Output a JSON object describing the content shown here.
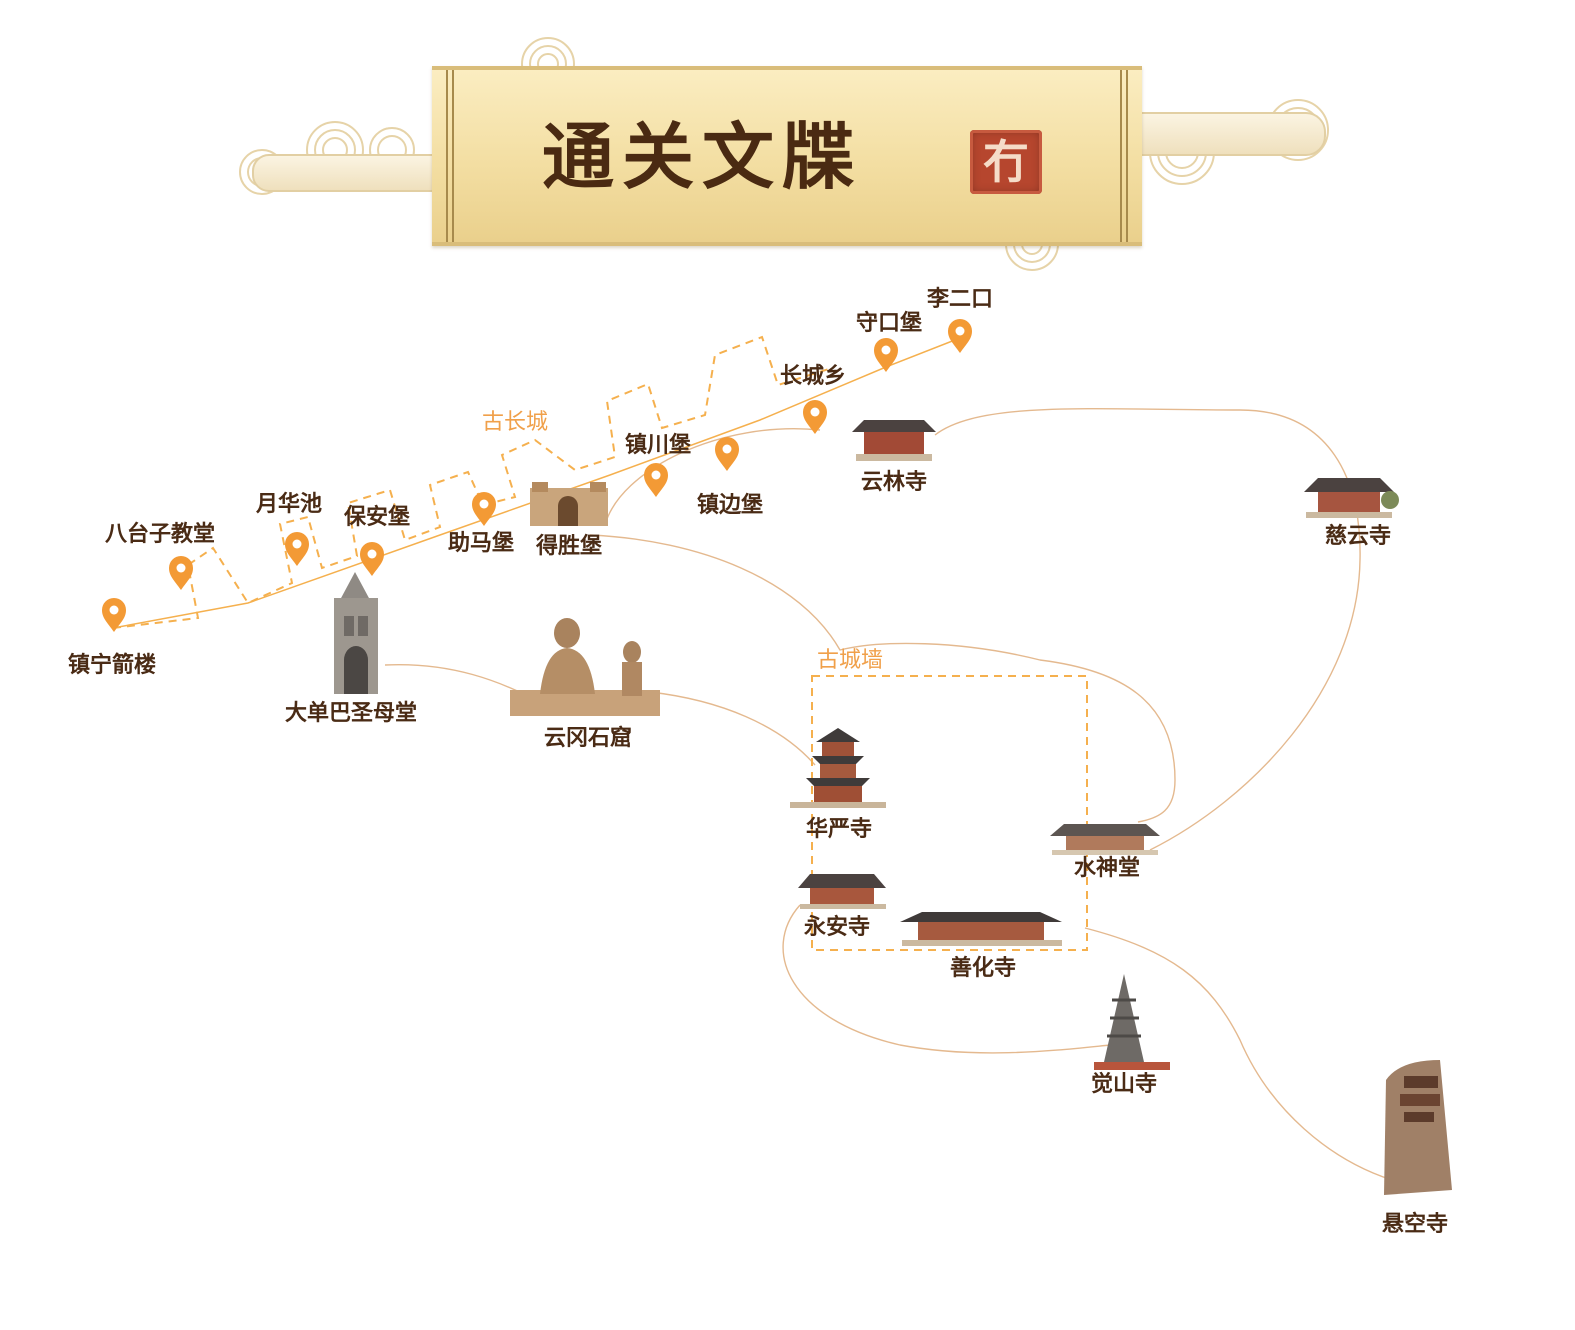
{
  "banner": {
    "title": "通关文牒",
    "seal_char": "冇"
  },
  "colors": {
    "marker": "#f39a35",
    "route_dashed": "#f5b04e",
    "route_thin": "#e4b98f",
    "label": "#4a2b15",
    "orange_label": "#f0a04a"
  },
  "region_labels": {
    "great_wall": "古长城",
    "city_wall": "古城墙"
  },
  "markers": [
    {
      "id": "zhenning",
      "label": "镇宁箭楼"
    },
    {
      "id": "batai",
      "label": "八台子教堂"
    },
    {
      "id": "yuehua",
      "label": "月华池"
    },
    {
      "id": "baoan",
      "label": "保安堡"
    },
    {
      "id": "zhuma",
      "label": "助马堡"
    },
    {
      "id": "zhenchuan",
      "label": "镇川堡"
    },
    {
      "id": "zhenbian",
      "label": "镇边堡"
    },
    {
      "id": "changcheng",
      "label": "长城乡"
    },
    {
      "id": "shoukou",
      "label": "守口堡"
    },
    {
      "id": "lierkou",
      "label": "李二口"
    }
  ],
  "sites": [
    {
      "id": "desheng",
      "label": "得胜堡",
      "icon": "fort-gate-icon"
    },
    {
      "id": "yunlin",
      "label": "云林寺",
      "icon": "temple-hall-icon"
    },
    {
      "id": "ciyun",
      "label": "慈云寺",
      "icon": "temple-hall-icon"
    },
    {
      "id": "dadanba",
      "label": "大单巴圣母堂",
      "icon": "church-tower-icon"
    },
    {
      "id": "yungang",
      "label": "云冈石窟",
      "icon": "buddha-statue-icon"
    },
    {
      "id": "huayan",
      "label": "华严寺",
      "icon": "pagoda-icon"
    },
    {
      "id": "shuishen",
      "label": "水神堂",
      "icon": "temple-hall-icon"
    },
    {
      "id": "yongan",
      "label": "永安寺",
      "icon": "temple-hall-icon"
    },
    {
      "id": "shanhua",
      "label": "善化寺",
      "icon": "temple-hall-icon"
    },
    {
      "id": "jueshan",
      "label": "觉山寺",
      "icon": "brick-pagoda-icon"
    },
    {
      "id": "xuankong",
      "label": "悬空寺",
      "icon": "cliff-temple-icon"
    }
  ]
}
